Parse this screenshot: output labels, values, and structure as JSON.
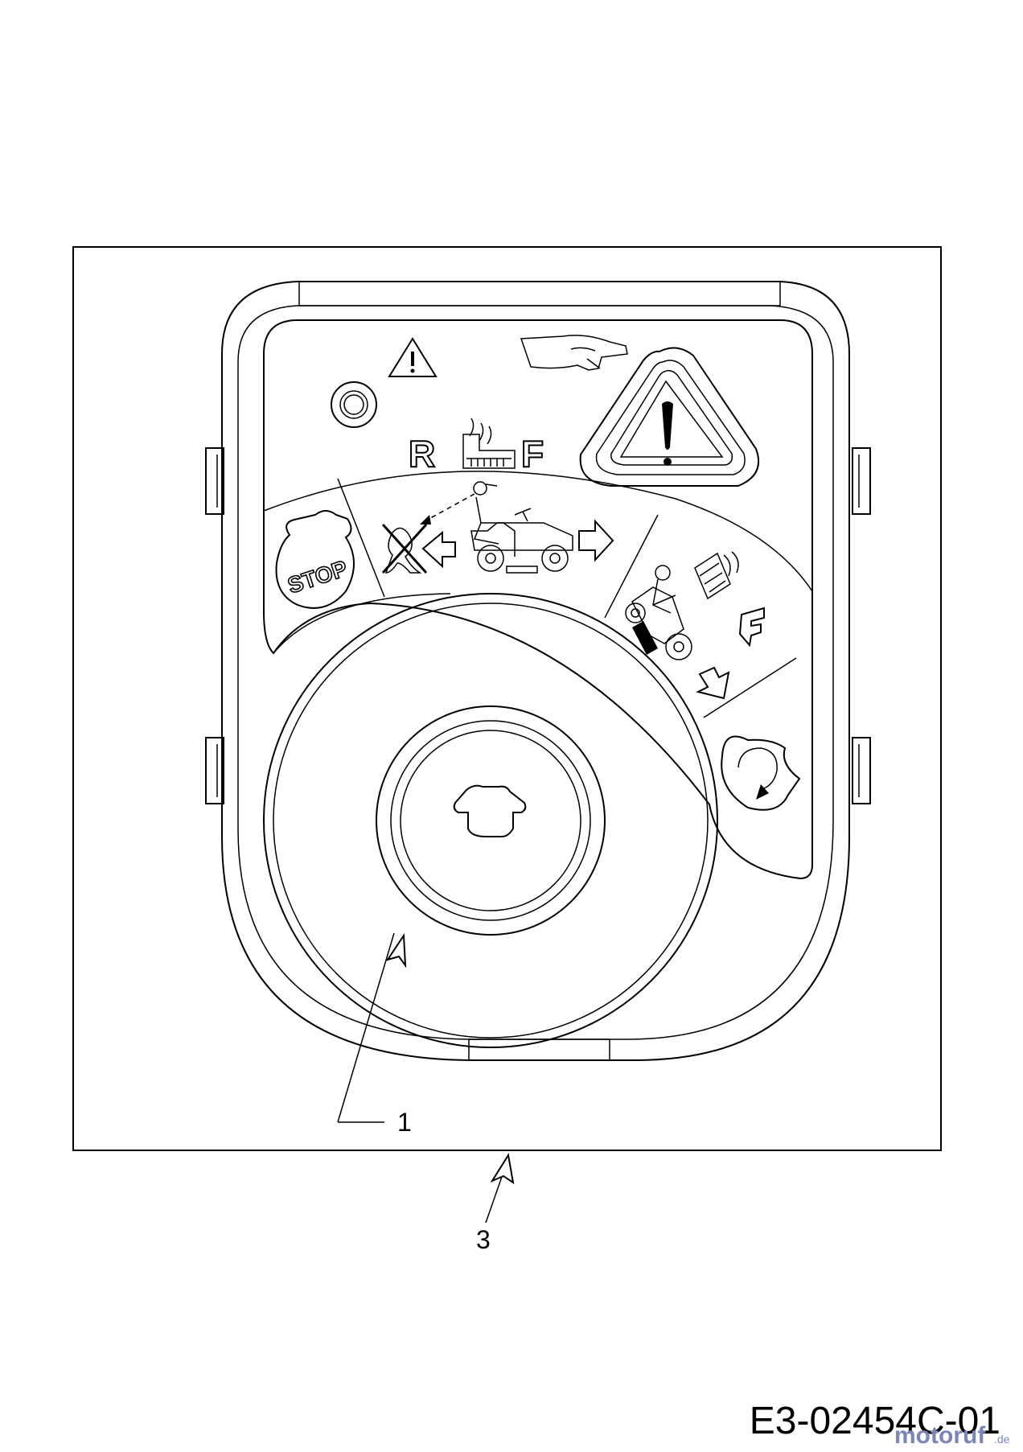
{
  "callouts": {
    "switch_part": "1",
    "assembly_part": "3"
  },
  "panel_labels": {
    "reverse": "R",
    "forward": "F",
    "forward_lower": "F",
    "stop": "STOP",
    "warning_mark": "!"
  },
  "drawing_code": "E3-02454C-01",
  "watermark": {
    "brand": "motoruf",
    "suffix": ".de"
  }
}
